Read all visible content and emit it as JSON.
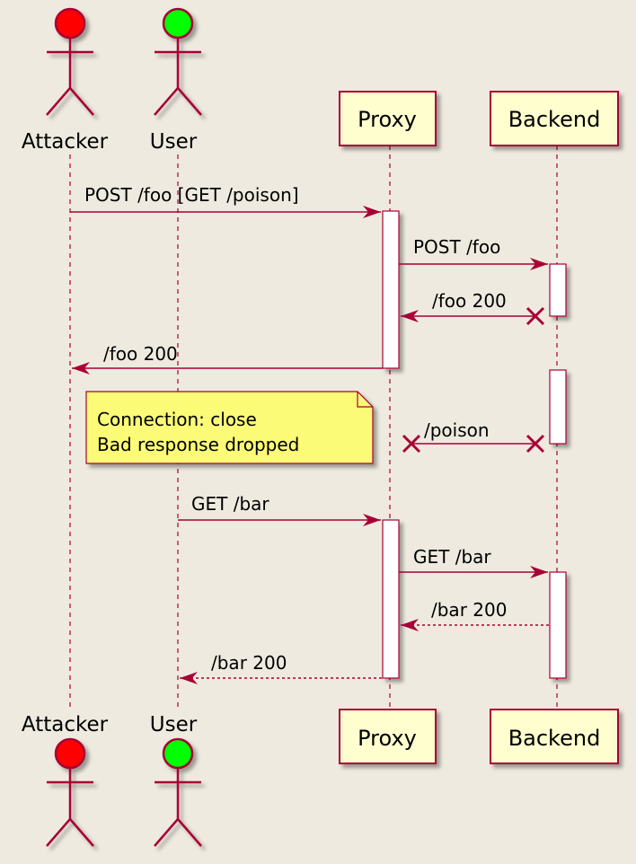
{
  "participants": {
    "attacker": {
      "name": "Attacker",
      "kind": "actor",
      "head_color": "#ff0000"
    },
    "user": {
      "name": "User",
      "kind": "actor",
      "head_color": "#00ff00"
    },
    "proxy": {
      "name": "Proxy",
      "kind": "box"
    },
    "backend": {
      "name": "Backend",
      "kind": "box"
    }
  },
  "messages": [
    {
      "from": "Attacker",
      "to": "Proxy",
      "label": "POST /foo [GET /poison]",
      "style": "solid"
    },
    {
      "from": "Proxy",
      "to": "Backend",
      "label": "POST /foo",
      "style": "solid"
    },
    {
      "from": "Backend",
      "to": "Proxy",
      "label": "/foo 200",
      "style": "solid",
      "start": "lost-x"
    },
    {
      "from": "Proxy",
      "to": "Attacker",
      "label": "/foo 200",
      "style": "solid"
    },
    {
      "from": "Backend",
      "to": "Proxy",
      "label": "/poison",
      "style": "solid",
      "start": "lost-x",
      "end": "lost-x"
    },
    {
      "from": "User",
      "to": "Proxy",
      "label": "GET /bar",
      "style": "solid"
    },
    {
      "from": "Proxy",
      "to": "Backend",
      "label": "GET /bar",
      "style": "solid"
    },
    {
      "from": "Backend",
      "to": "Proxy",
      "label": "/bar 200",
      "style": "dashed"
    },
    {
      "from": "Proxy",
      "to": "User",
      "label": "/bar 200",
      "style": "dashed"
    }
  ],
  "note": {
    "line1": "Connection: close",
    "line2": "Bad response dropped"
  },
  "colors": {
    "background": "#eeeadf",
    "line": "#a80036",
    "box_fill": "#fefece",
    "note_fill": "#fbfb77",
    "activation_fill": "#ffffff"
  }
}
